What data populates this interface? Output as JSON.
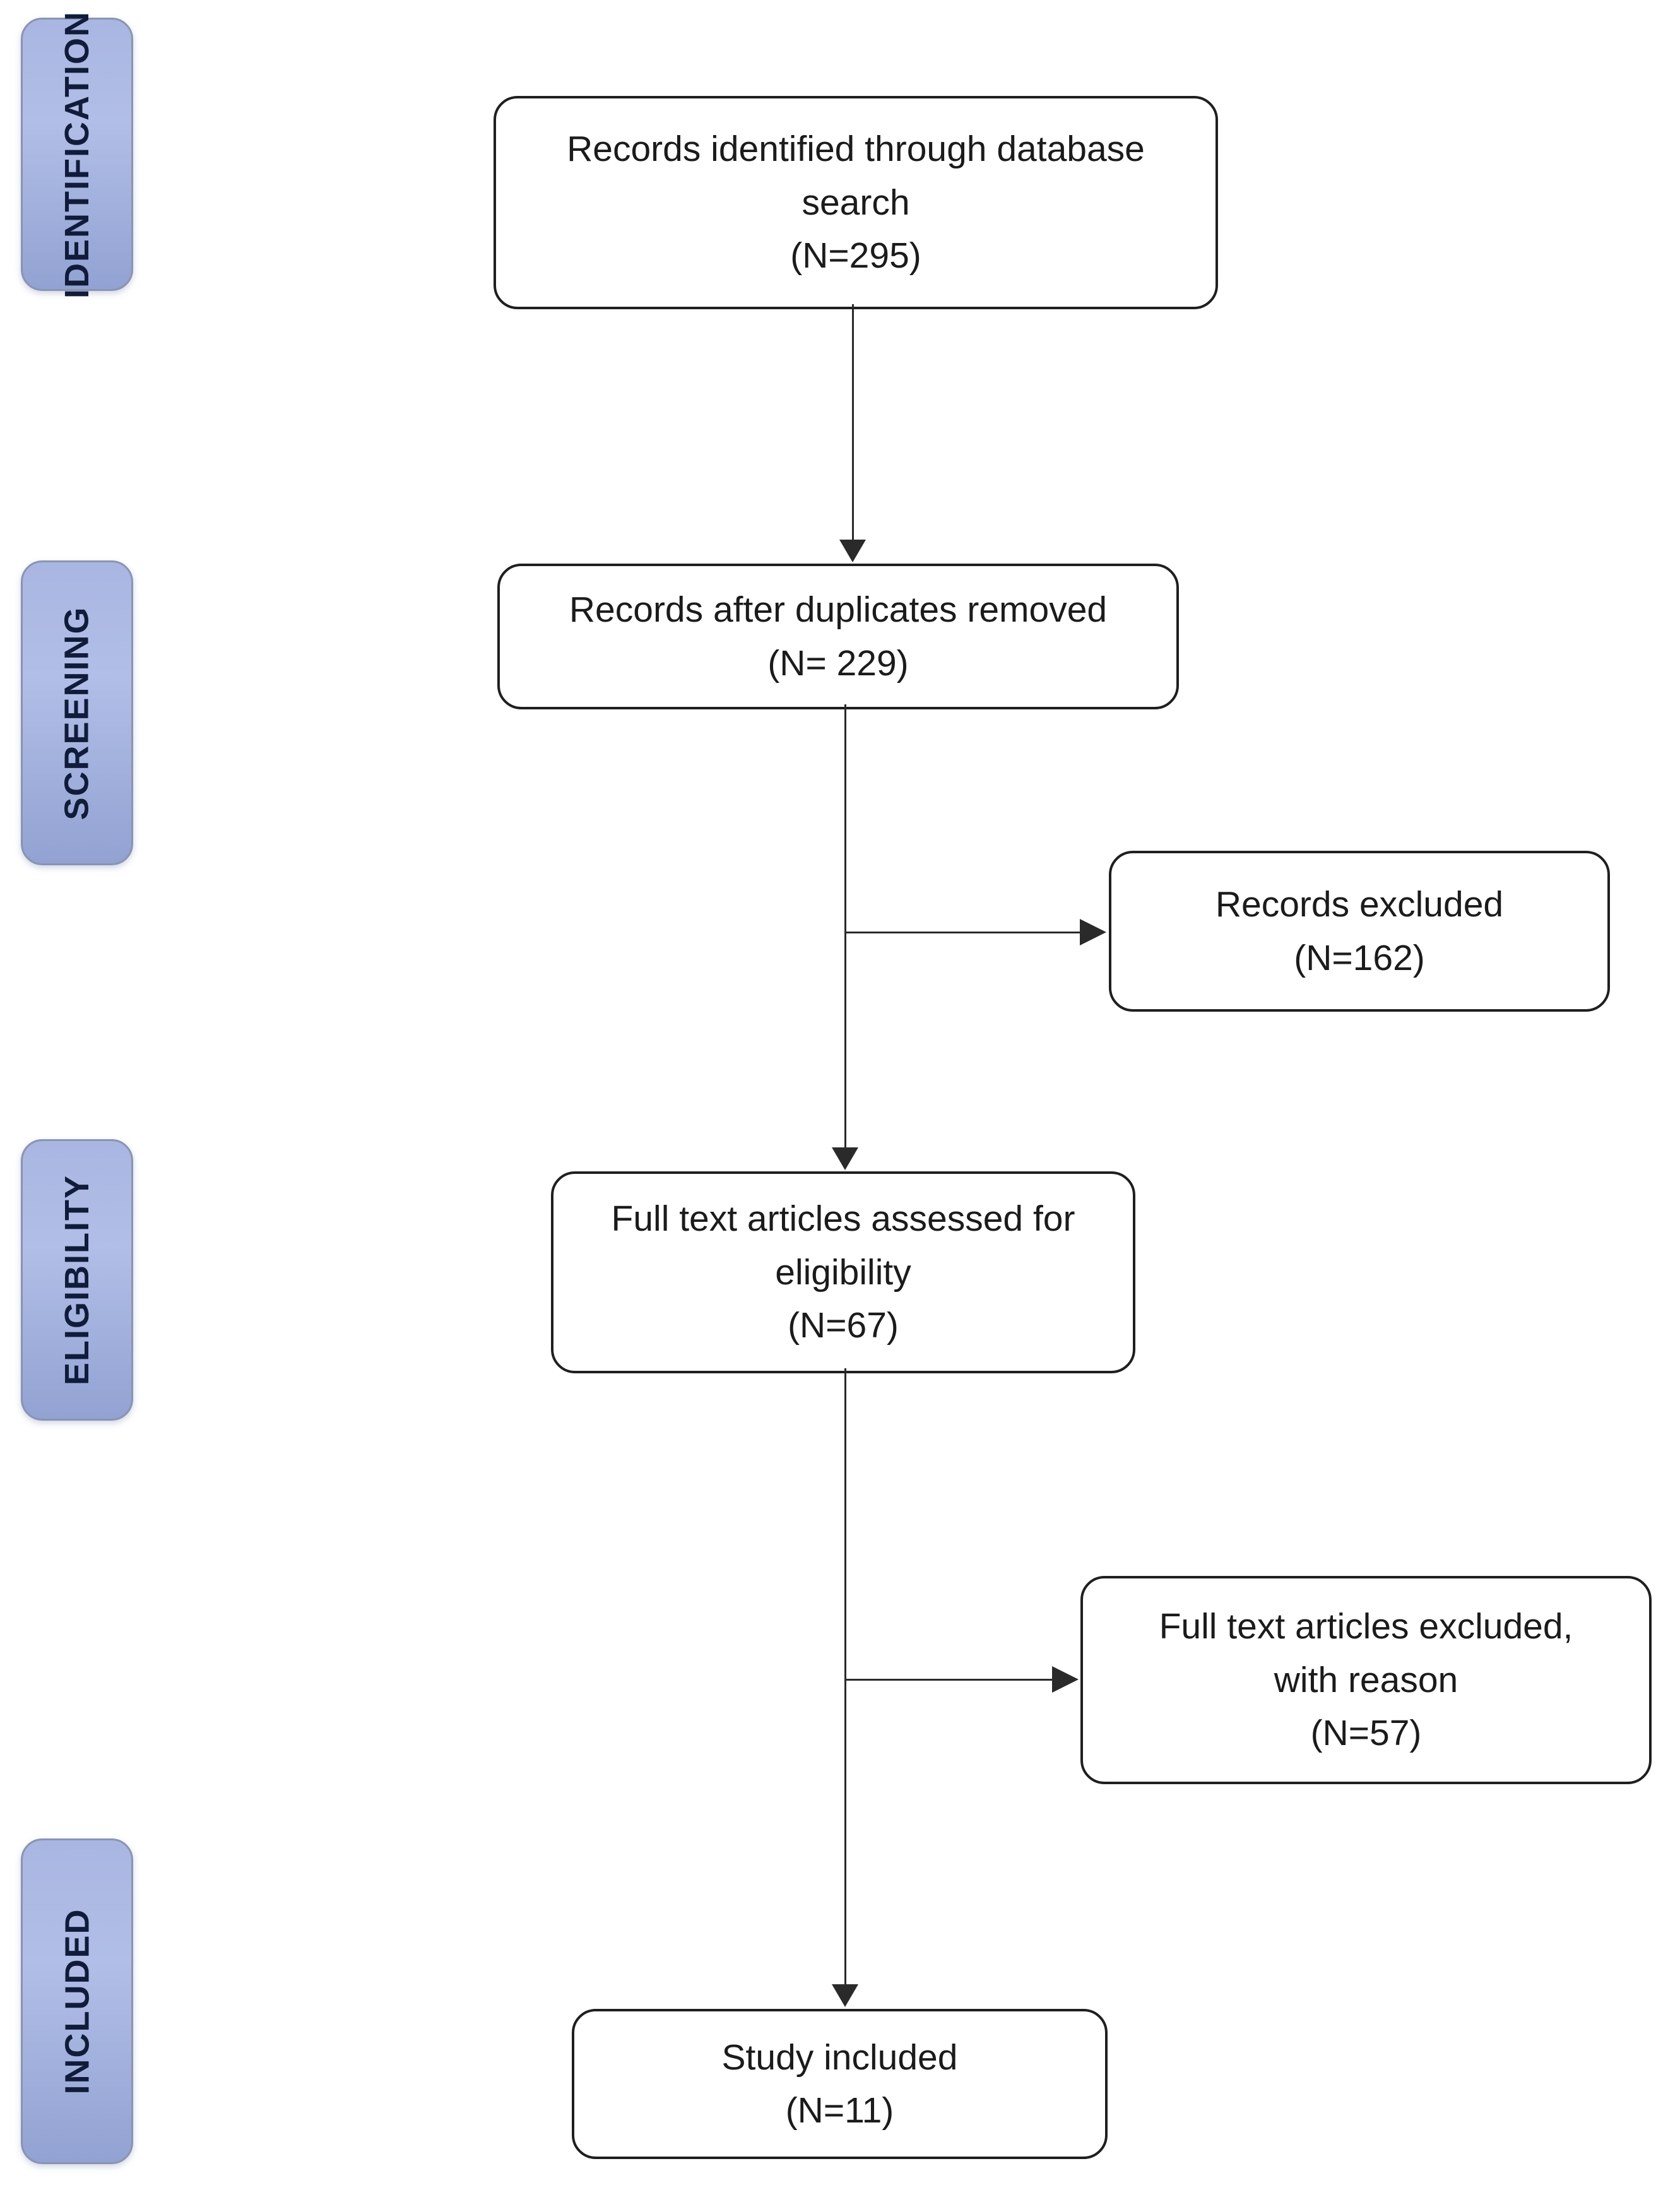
{
  "diagram": {
    "type": "prisma-flowchart",
    "stages": [
      {
        "id": "identification",
        "label": "IDENTIFICATION"
      },
      {
        "id": "screening",
        "label": "SCREENING"
      },
      {
        "id": "eligibility",
        "label": "ELIGIBILITY"
      },
      {
        "id": "included",
        "label": "INCLUDED"
      }
    ],
    "nodes": {
      "identified": {
        "text": "Records identified through database\nsearch\n(N=295)",
        "n": 295
      },
      "duplicates_removed": {
        "text": "Records after duplicates removed\n(N= 229)",
        "n": 229
      },
      "records_excluded": {
        "text": "Records excluded\n(N=162)",
        "n": 162
      },
      "fulltext_assessed": {
        "text": "Full text articles assessed for\neligibility\n(N=67)",
        "n": 67
      },
      "fulltext_excluded": {
        "text": "Full text articles excluded,\nwith reason\n(N=57)",
        "n": 57
      },
      "study_included": {
        "text": "Study included\n(N=11)",
        "n": 11
      }
    },
    "colors": {
      "stage_fill_top": "#a9b6e1",
      "stage_fill_mid": "#b1bee7",
      "stage_fill_bottom": "#92a2d2",
      "stage_border": "#8a94b2",
      "stage_text": "#101c3a",
      "box_border": "#1f1f1f",
      "box_text": "#1b1b1b",
      "arrow": "#2a2a2a",
      "background": "#ffffff"
    }
  }
}
